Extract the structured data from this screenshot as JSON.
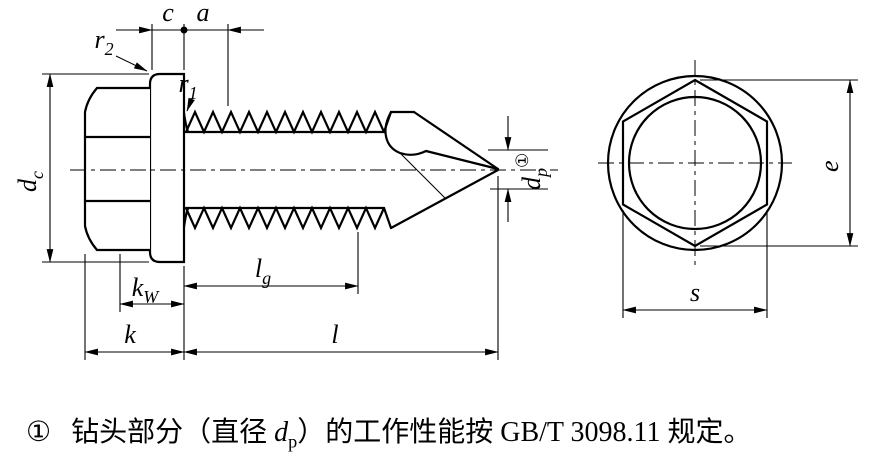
{
  "labels": {
    "c": "c",
    "a": "a",
    "r1": {
      "base": "r",
      "sub": "1"
    },
    "r2": {
      "base": "r",
      "sub": "2"
    },
    "dc": {
      "base": "d",
      "sub": "c"
    },
    "dp": {
      "base": "d",
      "sub": "p",
      "sup": "①"
    },
    "lg": {
      "base": "l",
      "sub": "g"
    },
    "kw": {
      "base": "k",
      "sub": "W"
    },
    "k": "k",
    "l": "l",
    "e": "e",
    "s": "s"
  },
  "footnote": {
    "marker": "①",
    "text_before": "钻头部分（直径 ",
    "var_base": "d",
    "var_sub": "p",
    "text_after": "）的工作性能按 GB/T 3098.11 规定。"
  }
}
